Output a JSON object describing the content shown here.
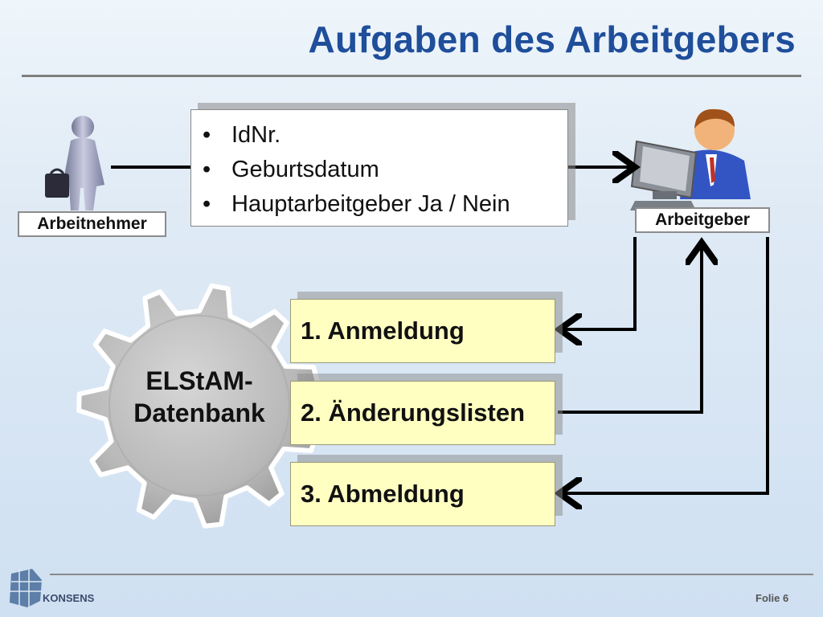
{
  "slide": {
    "title": "Aufgaben des Arbeitgebers",
    "footer_label": "Folie 6",
    "logo_text": "KONSENS"
  },
  "actors": {
    "employee_label": "Arbeitnehmer",
    "employer_label": "Arbeitgeber"
  },
  "data_items": [
    "IdNr.",
    "Geburtsdatum",
    "Hauptarbeitgeber Ja / Nein"
  ],
  "database": {
    "line1": "ELStAM-",
    "line2": "Datenbank"
  },
  "steps": [
    "1. Anmeldung",
    "2. Änderungslisten",
    "3. Abmeldung"
  ],
  "colors": {
    "title": "#1f4e9a",
    "step_fill": "#ffffc2",
    "gear_fill": "#b9b9b9"
  }
}
